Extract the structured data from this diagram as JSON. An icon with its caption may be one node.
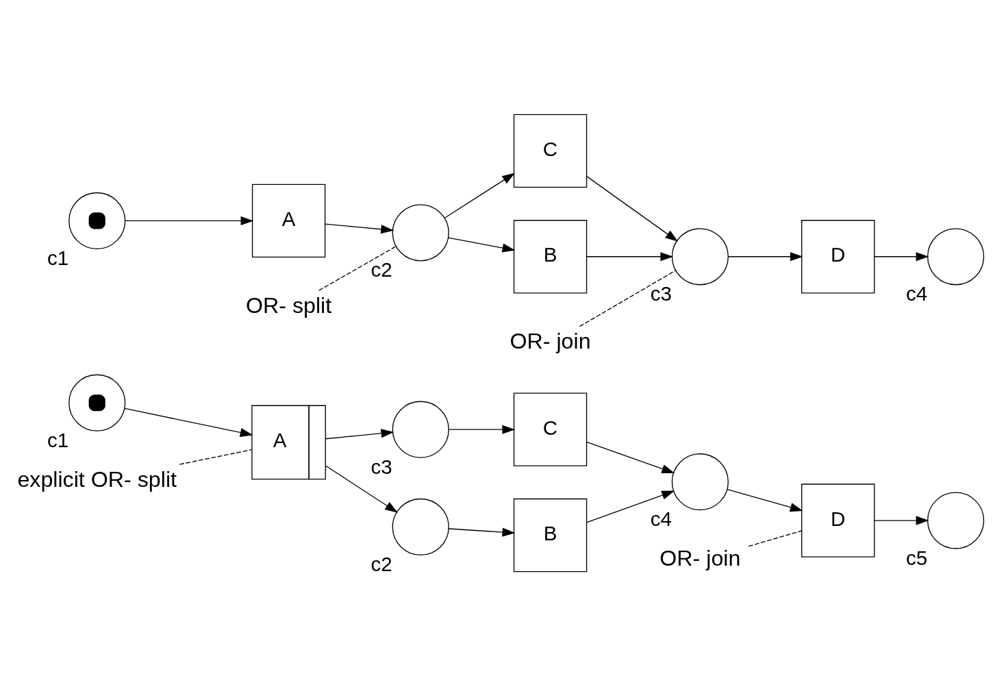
{
  "diagram": {
    "nodes": [
      {
        "text": [
          "OR- split"
        ]
      },
      {
        "text": [
          "OR- join"
        ]
      },
      {
        "text": [],
        "shape": "token",
        "beside": [
          "c1"
        ]
      },
      {
        "text": [
          "A"
        ]
      },
      {
        "text": [],
        "shape": "circle",
        "beside": [
          "c2"
        ]
      },
      {
        "text": [
          "B"
        ]
      },
      {
        "text": [
          "C"
        ]
      },
      {
        "text": [],
        "shape": "circle",
        "beside": [
          "c3"
        ]
      },
      {
        "text": [
          "D"
        ]
      },
      {
        "text": [],
        "shape": "circle",
        "beside": [
          "c4"
        ]
      },
      {
        "text": [
          "explicit OR- split"
        ]
      },
      {
        "text": [
          "OR- join"
        ]
      },
      {
        "text": [],
        "shape": "token",
        "beside": [
          "c1"
        ]
      },
      {
        "text": [
          "A"
        ]
      },
      {
        "text": [],
        "shape": "circle",
        "beside": [
          "c2"
        ]
      },
      {
        "text": [
          "B"
        ]
      },
      {
        "text": [],
        "shape": "circle",
        "beside": [
          "c3"
        ]
      },
      {
        "text": [
          "C"
        ]
      },
      {
        "text": [],
        "shape": "circle",
        "beside": [
          "c4"
        ]
      },
      {
        "text": [
          "D"
        ]
      },
      {
        "text": [],
        "shape": "circle",
        "beside": [
          "c5"
        ]
      }
    ],
    "edges": [
      {
        "from": 2,
        "to": 3,
        "arrow": "to"
      },
      {
        "from": 3,
        "to": 4,
        "arrow": "to"
      },
      {
        "from": 4,
        "to": 5,
        "arrow": "to"
      },
      {
        "from": 4,
        "to": 6,
        "arrow": "to"
      },
      {
        "from": 5,
        "to": 7,
        "arrow": "to"
      },
      {
        "from": 6,
        "to": 7,
        "arrow": "to"
      },
      {
        "from": 7,
        "to": 8,
        "arrow": "to"
      },
      {
        "from": 8,
        "to": 9,
        "arrow": "to"
      },
      {
        "from": 0,
        "to": 4,
        "arrow": "none",
        "style": "dashed"
      },
      {
        "from": 1,
        "to": 7,
        "arrow": "none",
        "style": "dashed"
      },
      {
        "from": 12,
        "to": 13,
        "arrow": "to"
      },
      {
        "from": 13,
        "to": 14,
        "arrow": "to"
      },
      {
        "from": 13,
        "to": 16,
        "arrow": "to"
      },
      {
        "from": 14,
        "to": 15,
        "arrow": "to"
      },
      {
        "from": 16,
        "to": 17,
        "arrow": "to"
      },
      {
        "from": 15,
        "to": 18,
        "arrow": "to"
      },
      {
        "from": 17,
        "to": 18,
        "arrow": "to"
      },
      {
        "from": 18,
        "to": 19,
        "arrow": "to"
      },
      {
        "from": 19,
        "to": 20,
        "arrow": "to"
      },
      {
        "from": 10,
        "to": 13,
        "arrow": "none",
        "style": "dashed"
      },
      {
        "from": 11,
        "to": 19,
        "arrow": "none",
        "style": "dashed"
      }
    ]
  }
}
